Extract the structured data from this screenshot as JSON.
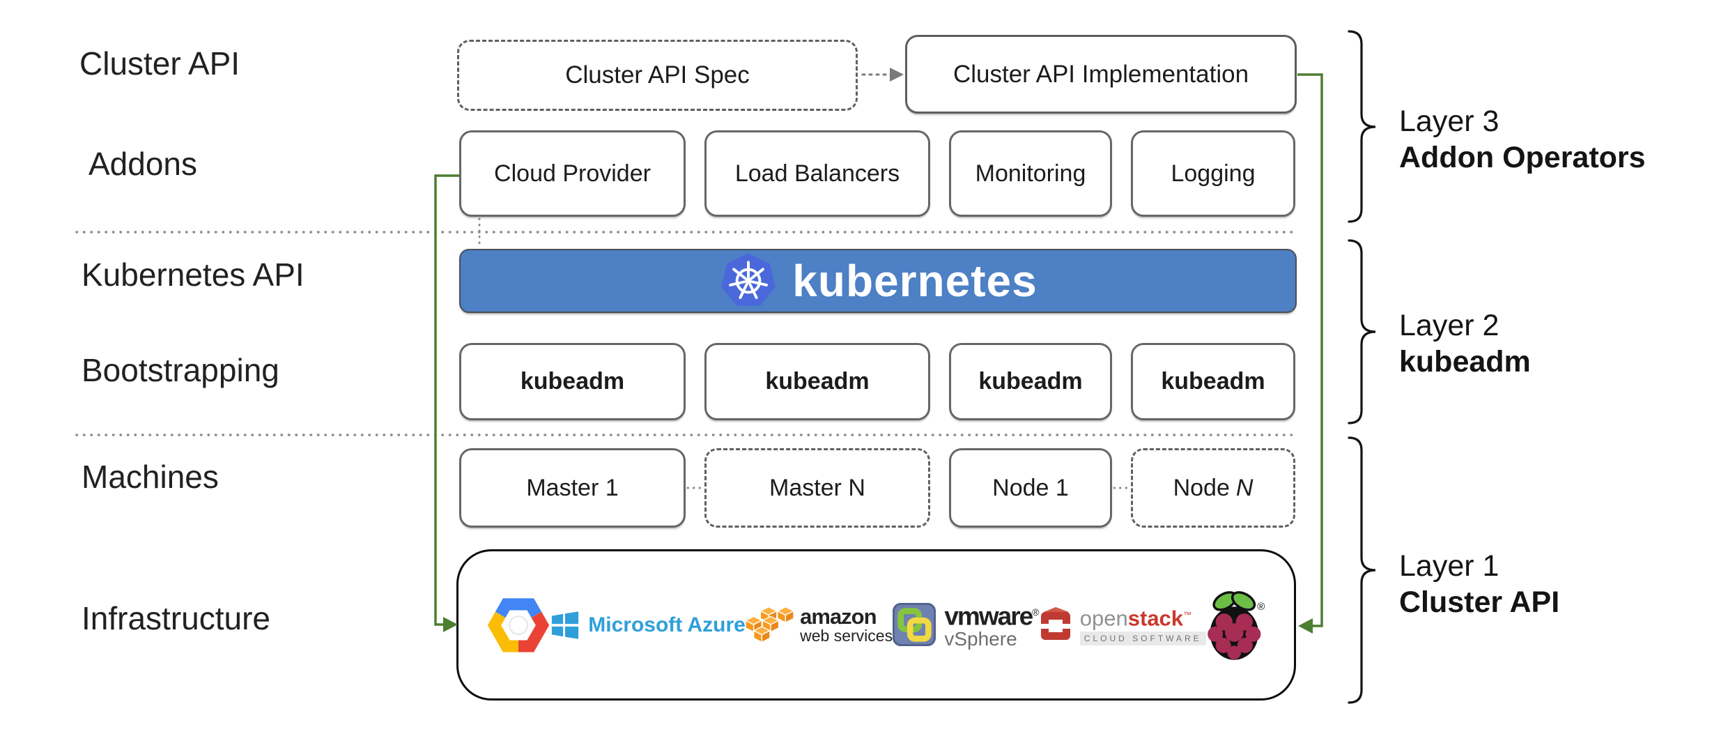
{
  "colors": {
    "banner_blue": "#4d80c4",
    "k8s_heptagon_blue": "#4a68da",
    "connector_green": "#4c7e31",
    "box_border_gray": "#666666",
    "dotted_gray": "#8a8a8a",
    "bracket_black": "#131313",
    "azure_blue": "#2f9fda",
    "aws_orange": "#f7981f",
    "vmware_slate": "#6e81b0",
    "vmware_green": "#86c440",
    "vmware_yellow": "#f2d843",
    "openstack_red": "#c9392e",
    "raspberry_crimson": "#a82d55",
    "raspberry_leaf_green": "#6cbe45",
    "gcp_blue": "#4285f4",
    "gcp_red": "#ea4335",
    "gcp_yellow": "#fbbc05"
  },
  "left_labels": [
    {
      "label": "Cluster API"
    },
    {
      "label": "Addons"
    },
    {
      "label": "Kubernetes API"
    },
    {
      "label": "Bootstrapping"
    },
    {
      "label": "Machines"
    },
    {
      "label": "Infrastructure"
    }
  ],
  "top_row": {
    "spec_label": "Cluster API Spec",
    "implementation_label": "Cluster API Implementation"
  },
  "addons": [
    {
      "label": "Cloud Provider"
    },
    {
      "label": "Load Balancers"
    },
    {
      "label": "Monitoring"
    },
    {
      "label": "Logging"
    }
  ],
  "banner": {
    "label": "kubernetes"
  },
  "bootstrapping": [
    {
      "label": "kubeadm"
    },
    {
      "label": "kubeadm"
    },
    {
      "label": "kubeadm"
    },
    {
      "label": "kubeadm"
    }
  ],
  "machines": [
    {
      "label": "Master 1"
    },
    {
      "label": "Master N"
    },
    {
      "label": "Node 1"
    },
    {
      "label_prefix": "Node",
      "label_n": "N"
    }
  ],
  "infrastructure": {
    "azure_text": "Microsoft Azure",
    "aws_text": "amazon",
    "aws_subtext": "web services",
    "vmware_text": "vmware",
    "vmware_reg": "®",
    "vmware_subtext": "vSphere",
    "openstack_text_light": "open",
    "openstack_text_bold": "stack",
    "openstack_tm": "™",
    "openstack_subtext": "CLOUD SOFTWARE",
    "raspberry_reg": "®"
  },
  "layers": [
    {
      "line1": "Layer 3",
      "line2": "Addon Operators"
    },
    {
      "line1": "Layer 2",
      "line2": "kubeadm"
    },
    {
      "line1": "Layer 1",
      "line2": "Cluster API"
    }
  ]
}
